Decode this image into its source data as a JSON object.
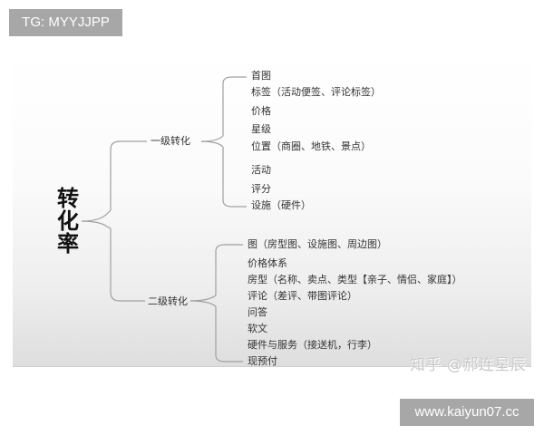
{
  "overlay": {
    "top_badge": "TG: MYYJJPP",
    "bottom_badge": "www.kaiyun07.cc",
    "watermark": "知乎 @郝连星辰"
  },
  "diagram": {
    "root": "转化率",
    "branches": [
      {
        "label": "一级转化",
        "items": [
          "首图",
          "标签（活动便签、评论标签）",
          "价格",
          "星级",
          "位置（商圈、地铁、景点）",
          "活动",
          "评分",
          "设施（硬件）"
        ]
      },
      {
        "label": "二级转化",
        "items": [
          "图（房型图、设施图、周边图）",
          "价格体系",
          "房型（名称、卖点、类型【亲子、情侣、家庭】）",
          "评论（差评、带图评论）",
          "问答",
          "软文",
          "硬件与服务（接送机，行李）",
          "现预付"
        ]
      }
    ]
  },
  "colors": {
    "line": "#9a9a9a",
    "text": "#333333",
    "badge_bg": "#a7a7a7"
  }
}
